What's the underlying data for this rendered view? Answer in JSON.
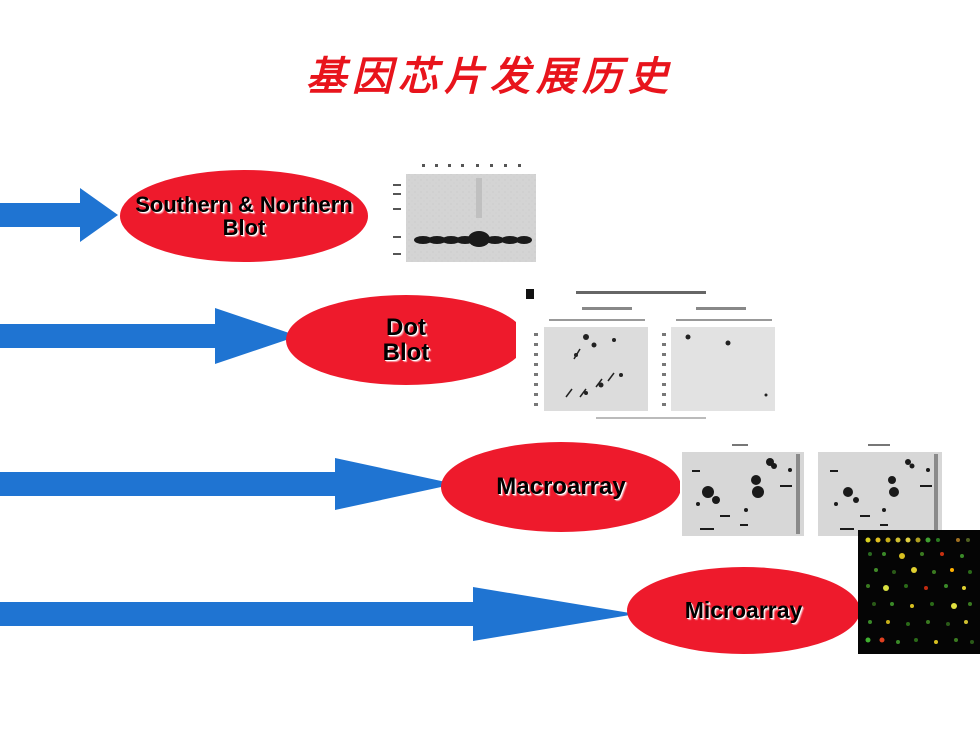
{
  "title": "基因芯片发展历史",
  "colors": {
    "title": "#e8141c",
    "arrow": "#1f74d2",
    "ellipse": "#ee1a2c",
    "text": "#000000"
  },
  "stages": [
    {
      "label": "Southern & Northern\nBlot",
      "image": "gel-blot-image"
    },
    {
      "label": "Dot\nBlot",
      "image": "dot-blot-image"
    },
    {
      "label": "Macroarray",
      "image": "macroarray-image"
    },
    {
      "label": "Microarray",
      "image": "microarray-image"
    }
  ]
}
